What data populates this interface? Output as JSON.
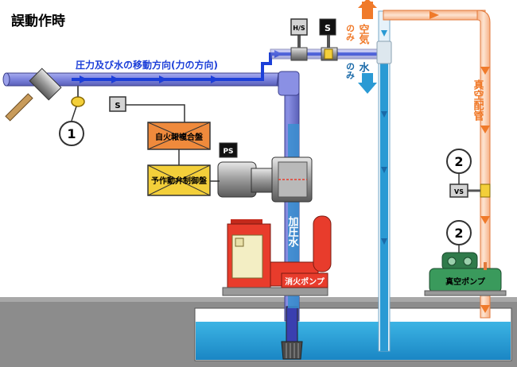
{
  "title": "誤動作時",
  "flow_label": "圧力及び水の移動方向(力の方向)",
  "air_only": "空気",
  "only_word": "のみ",
  "water_only": "水",
  "vacuum_pipe": "真空配管",
  "pressurized_water": "加圧水",
  "panels": {
    "fire_alarm": "自火報複合盤",
    "preaction": "予作動弁制御盤"
  },
  "devices": {
    "s_small": "S",
    "s_top": "S",
    "hvs": "H/S",
    "ps": "PS",
    "vs": "VS"
  },
  "pumps": {
    "fire": "消火ポンプ",
    "vacuum": "真空ポンプ"
  },
  "markers": {
    "one": "1",
    "two_a": "2",
    "two_b": "2"
  },
  "colors": {
    "flow_blue": "#1c3fd8",
    "pipe_purple": "#7b82dc",
    "vacuum_orange": "#f07a2a",
    "water": "#2aa2d8",
    "panel_orange": "#ef8a3c",
    "panel_yellow": "#f3cf3a",
    "pump_red": "#e83c2c",
    "vacuum_pump_green": "#3a9a5c"
  }
}
